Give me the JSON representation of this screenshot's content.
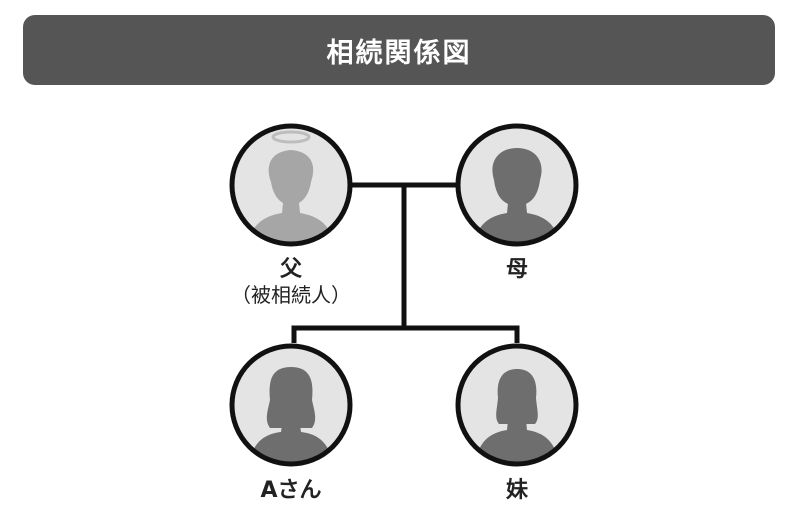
{
  "title": "相続関係図",
  "colors": {
    "title_bg": "#555555",
    "title_text": "#ffffff",
    "circle_fill": "#e4e4e4",
    "circle_stroke": "#111111",
    "deceased_silhouette": "#a6a6a6",
    "living_silhouette": "#6e6e6e",
    "line": "#111111"
  },
  "people": [
    {
      "id": "father",
      "label": "父",
      "sublabel": "（被相続人）",
      "deceased": true,
      "icon": "male-silhouette-with-halo"
    },
    {
      "id": "mother",
      "label": "母",
      "deceased": false,
      "icon": "female-silhouette-short-hair"
    },
    {
      "id": "a-san",
      "label": "Aさん",
      "deceased": false,
      "icon": "female-silhouette-long-hair"
    },
    {
      "id": "sister",
      "label": "妹",
      "deceased": false,
      "icon": "female-silhouette-bob-hair"
    }
  ],
  "relations": [
    {
      "type": "marriage",
      "from": "father",
      "to": "mother"
    },
    {
      "type": "child",
      "parents": [
        "father",
        "mother"
      ],
      "children": [
        "a-san",
        "sister"
      ]
    }
  ]
}
